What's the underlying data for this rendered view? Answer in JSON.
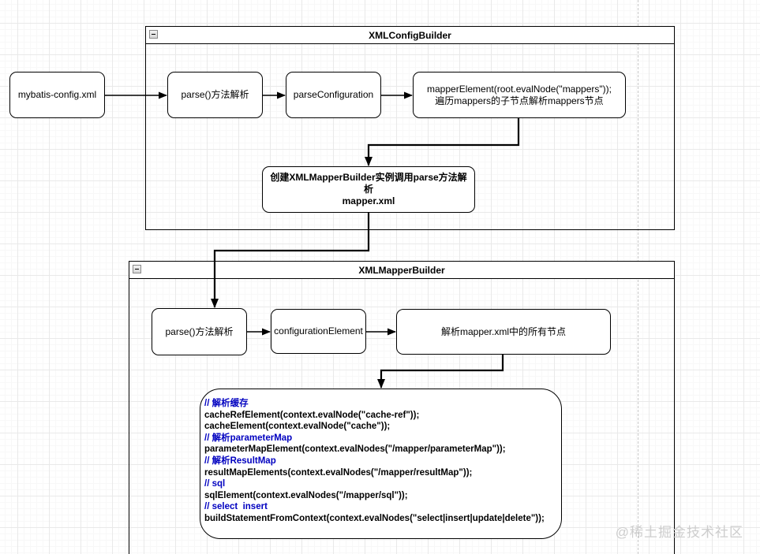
{
  "diagram": {
    "containers": [
      {
        "title": "XMLConfigBuilder"
      },
      {
        "title": "XMLMapperBuilder"
      }
    ],
    "nodes": {
      "config_xml": {
        "label": "mybatis-config.xml"
      },
      "parse_method_1": {
        "label": "parse()方法解析"
      },
      "parse_configuration": {
        "label": "parseConfiguration"
      },
      "mapper_element": {
        "line1": "mapperElement(root.evalNode(\"mappers\"));",
        "line2": "遍历mappers的子节点解析mappers节点"
      },
      "create_mapper_builder": {
        "line1": "创建XMLMapperBuilder实例调用parse方法解析",
        "line2": "mapper.xml"
      },
      "parse_method_2": {
        "label": "parse()方法解析"
      },
      "configuration_element": {
        "label": "configurationElement"
      },
      "parse_all_nodes": {
        "label": "解析mapper.xml中的所有节点"
      }
    },
    "code_box": {
      "lines": [
        {
          "text": "// 解析缓存"
        },
        {
          "text": "cacheRefElement(context.evalNode(\"cache-ref\"));"
        },
        {
          "text": "cacheElement(context.evalNode(\"cache\"));"
        },
        {
          "text": "// 解析parameterMap"
        },
        {
          "text": "parameterMapElement(context.evalNodes(\"/mapper/parameterMap\"));"
        },
        {
          "text": "// 解析ResultMap"
        },
        {
          "text": "resultMapElements(context.evalNodes(\"/mapper/resultMap\"));"
        },
        {
          "text": "// sql"
        },
        {
          "text": "sqlElement(context.evalNodes(\"/mapper/sql\"));"
        },
        {
          "text": "// select  insert"
        },
        {
          "text": "buildStatementFromContext(context.evalNodes(\"select|insert|update|delete\"));"
        }
      ]
    },
    "watermark": "@稀土掘金技术社区"
  },
  "colors": {
    "comment": "#0000c0",
    "code_text": "#000000",
    "watermark": "#cdcdcd",
    "edge": "#000000"
  }
}
